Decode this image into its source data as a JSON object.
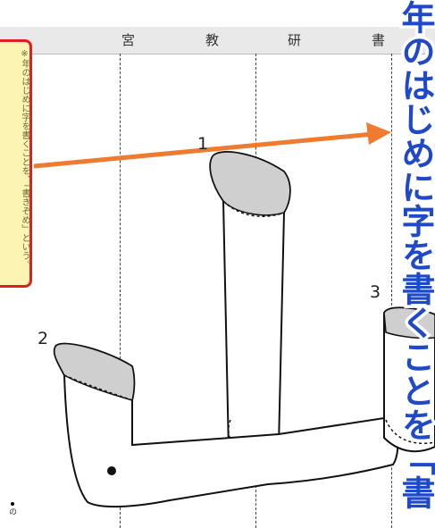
{
  "header": {
    "publisher_chars": [
      "宮",
      "教",
      "研",
      "書"
    ]
  },
  "note": {
    "text": "※年のはじめに字を書くことを、「書きぞめ」という。"
  },
  "title": {
    "text": "年のはじめに字を書くことを「書"
  },
  "strokes": {
    "n1": "1",
    "n2": "2",
    "n3": "3"
  },
  "footnote": {
    "text": "の"
  },
  "colors": {
    "title_blue": "#1f49c8",
    "arrow_orange": "#ee7b2f",
    "note_border": "#e02020",
    "note_fill": "#fcf4b3"
  }
}
